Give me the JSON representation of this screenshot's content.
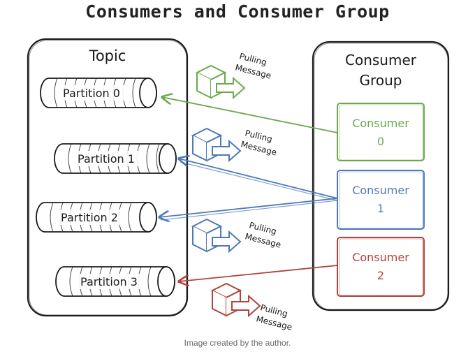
{
  "title": "Consumers and Consumer Group",
  "topic": {
    "label": "Topic",
    "partitions": [
      "Partition 0",
      "Partition 1",
      "Partition 2",
      "Partition 3"
    ]
  },
  "consumer_group": {
    "label_line1": "Consumer",
    "label_line2": "Group",
    "consumers": [
      {
        "line1": "Consumer",
        "line2": "0",
        "color": "#6aaa4b"
      },
      {
        "line1": "Consumer",
        "line2": "1",
        "color": "#4f79b8"
      },
      {
        "line1": "Consumer",
        "line2": "2",
        "color": "#b0443c"
      }
    ]
  },
  "pulling_labels": [
    {
      "line1": "Pulling",
      "line2": "Message"
    },
    {
      "line1": "Pulling",
      "line2": "Message"
    },
    {
      "line1": "Pulling",
      "line2": "Message"
    },
    {
      "line1": "Pulling",
      "line2": "Message"
    }
  ],
  "caption": "Image created by the author."
}
